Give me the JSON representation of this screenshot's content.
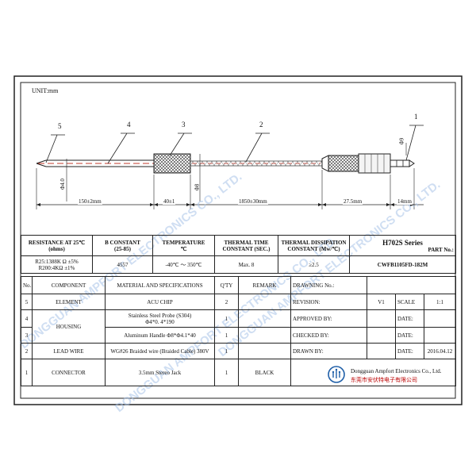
{
  "unit_label": "UNIT:mm",
  "drawing": {
    "balloons": [
      "5",
      "4",
      "3",
      "2",
      "1"
    ],
    "dims": {
      "probe_len": "150±2mm",
      "handle_len": "40±1",
      "cable_len": "1850±30mm",
      "jack_body": "27.5mm",
      "plug_len": "14mm",
      "probe_dia": "Φ4.0",
      "handle_dia": "Φ8",
      "jack_dia": "Φ9"
    }
  },
  "specs": {
    "resistance_head": "RESISTANCE AT 25℃",
    "resistance_unit": "(ohms)",
    "resistance_val1": "R25:1388K Ω  ±5%",
    "resistance_val2": "R200:4KΩ ±1%",
    "bconst_head": "B CONSTANT",
    "bconst_unit": "(25-85)",
    "bconst_val": "4557",
    "temp_head": "TEMPERATURE",
    "temp_unit": "℃",
    "temp_val": "-40℃ ～ 350℃",
    "ttc_head": "THERMAL TIME",
    "ttc_unit": "CONSTANT (SEC.)",
    "ttc_val": "Max. 8",
    "tdc_head": "THERMAL DISSIPATION",
    "tdc_unit": "CONSTANT (Mw/℃)",
    "tdc_val": "≥2.5",
    "series": "H702S Series",
    "partno_label": "PART No.:",
    "partno": "CWFB1105FD-182M"
  },
  "bom": {
    "headers": [
      "No.",
      "COMPONENT",
      "MATERIAL AND SPECIFICATIONS",
      "Q'TY",
      "REMARK"
    ],
    "rows": [
      {
        "no": "5",
        "component": "ELEMENT",
        "material": "ACU CHIP",
        "material2": "",
        "qty": "2",
        "remark": ""
      },
      {
        "no": "4",
        "component": "HOUSING",
        "material": "Stainless Steel Probe (S304)",
        "material2": "Φ4*0. 4*190",
        "qty": "1",
        "remark": ""
      },
      {
        "no": "3",
        "component": "",
        "material": "Aluminum Handle Φ8*Φ4.1*40",
        "material2": "",
        "qty": "1",
        "remark": ""
      },
      {
        "no": "2",
        "component": "LEAD WIRE",
        "material": "WG#26 Braided wire (Braided Cable) 380V",
        "material2": "",
        "qty": "1",
        "remark": ""
      },
      {
        "no": "1",
        "component": "CONNECTOR",
        "material": "3.5mm Stereo Jack",
        "material2": "",
        "qty": "1",
        "remark": "BLACK"
      }
    ]
  },
  "titleblock": {
    "drawing_no_label": "DRAWNING No.:",
    "revision_label": "REVISION:",
    "revision_val": "V1",
    "scale_label": "SCALE",
    "scale_val": "1:1",
    "approved_label": "APPROVED BY:",
    "checked_label": "CHECKED BY:",
    "drawn_label": "DRAWN BY:",
    "date_label": "DATE:",
    "date_val": "2016.04.12"
  },
  "company": {
    "name_en": "Dongguan Ampfort Electronics Co., Ltd.",
    "name_cn": "东莞市安伏特电子有限公司"
  },
  "watermark": "DONGGUAN AMPFORT ELECTRONICS CO., LTD.",
  "colors": {
    "line": "#222222",
    "red_dash": "#c0392b",
    "watermark": "#a9c4e8",
    "logo": "#1f5fa8"
  }
}
